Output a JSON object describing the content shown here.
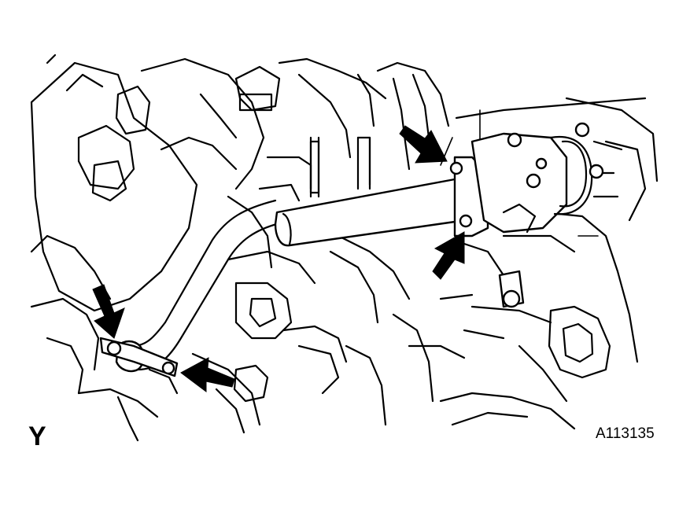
{
  "view_label": "Y",
  "figure_id": "A113135",
  "colors": {
    "line": "#000000",
    "background": "#ffffff",
    "arrow": "#000000"
  },
  "callouts": [
    "arrow-clamp-bolt-left",
    "arrow-clamp-bolt-right",
    "arrow-flange-bolt-upper",
    "arrow-flange-bolt-lower"
  ]
}
